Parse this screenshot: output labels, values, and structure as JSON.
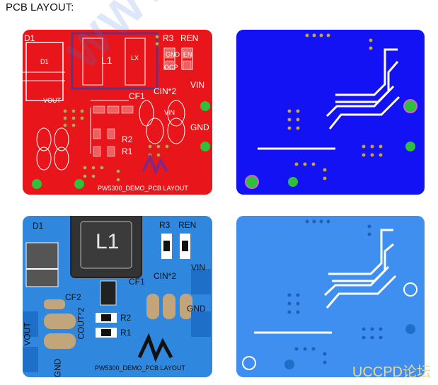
{
  "page": {
    "title": "PCB LAYOUT:"
  },
  "labels": {
    "d1": "D1",
    "l1": "L1",
    "r3": "R3",
    "ren": "REN",
    "vin": "VIN",
    "gnd": "GND",
    "cf1": "CF1",
    "cf2": "CF2",
    "cin": "CIN*2",
    "r2": "R2",
    "r1": "R1",
    "vout": "VOUT",
    "cout": "COUT*2",
    "board_name": "PW5300_DEMO_PCB LAYOUT",
    "pad_vout": "VOUT",
    "pad_gnd": "GND",
    "pad_vin": "VIN",
    "pad_en": "EN",
    "pad_lx": "LX",
    "pad_d1": "D1",
    "pad_ocp": "OCP"
  },
  "watermark": "WWW.CHIP.CO",
  "forum": "UCCPD论坛",
  "colors": {
    "red_layer": "#e8161a",
    "blue_layer": "#1212f5",
    "light_blue_layer": "#2f87de",
    "bottom_blue": "#3f8ff0",
    "via_green": "#2fbf3a",
    "trace_white": "#ffffff"
  }
}
